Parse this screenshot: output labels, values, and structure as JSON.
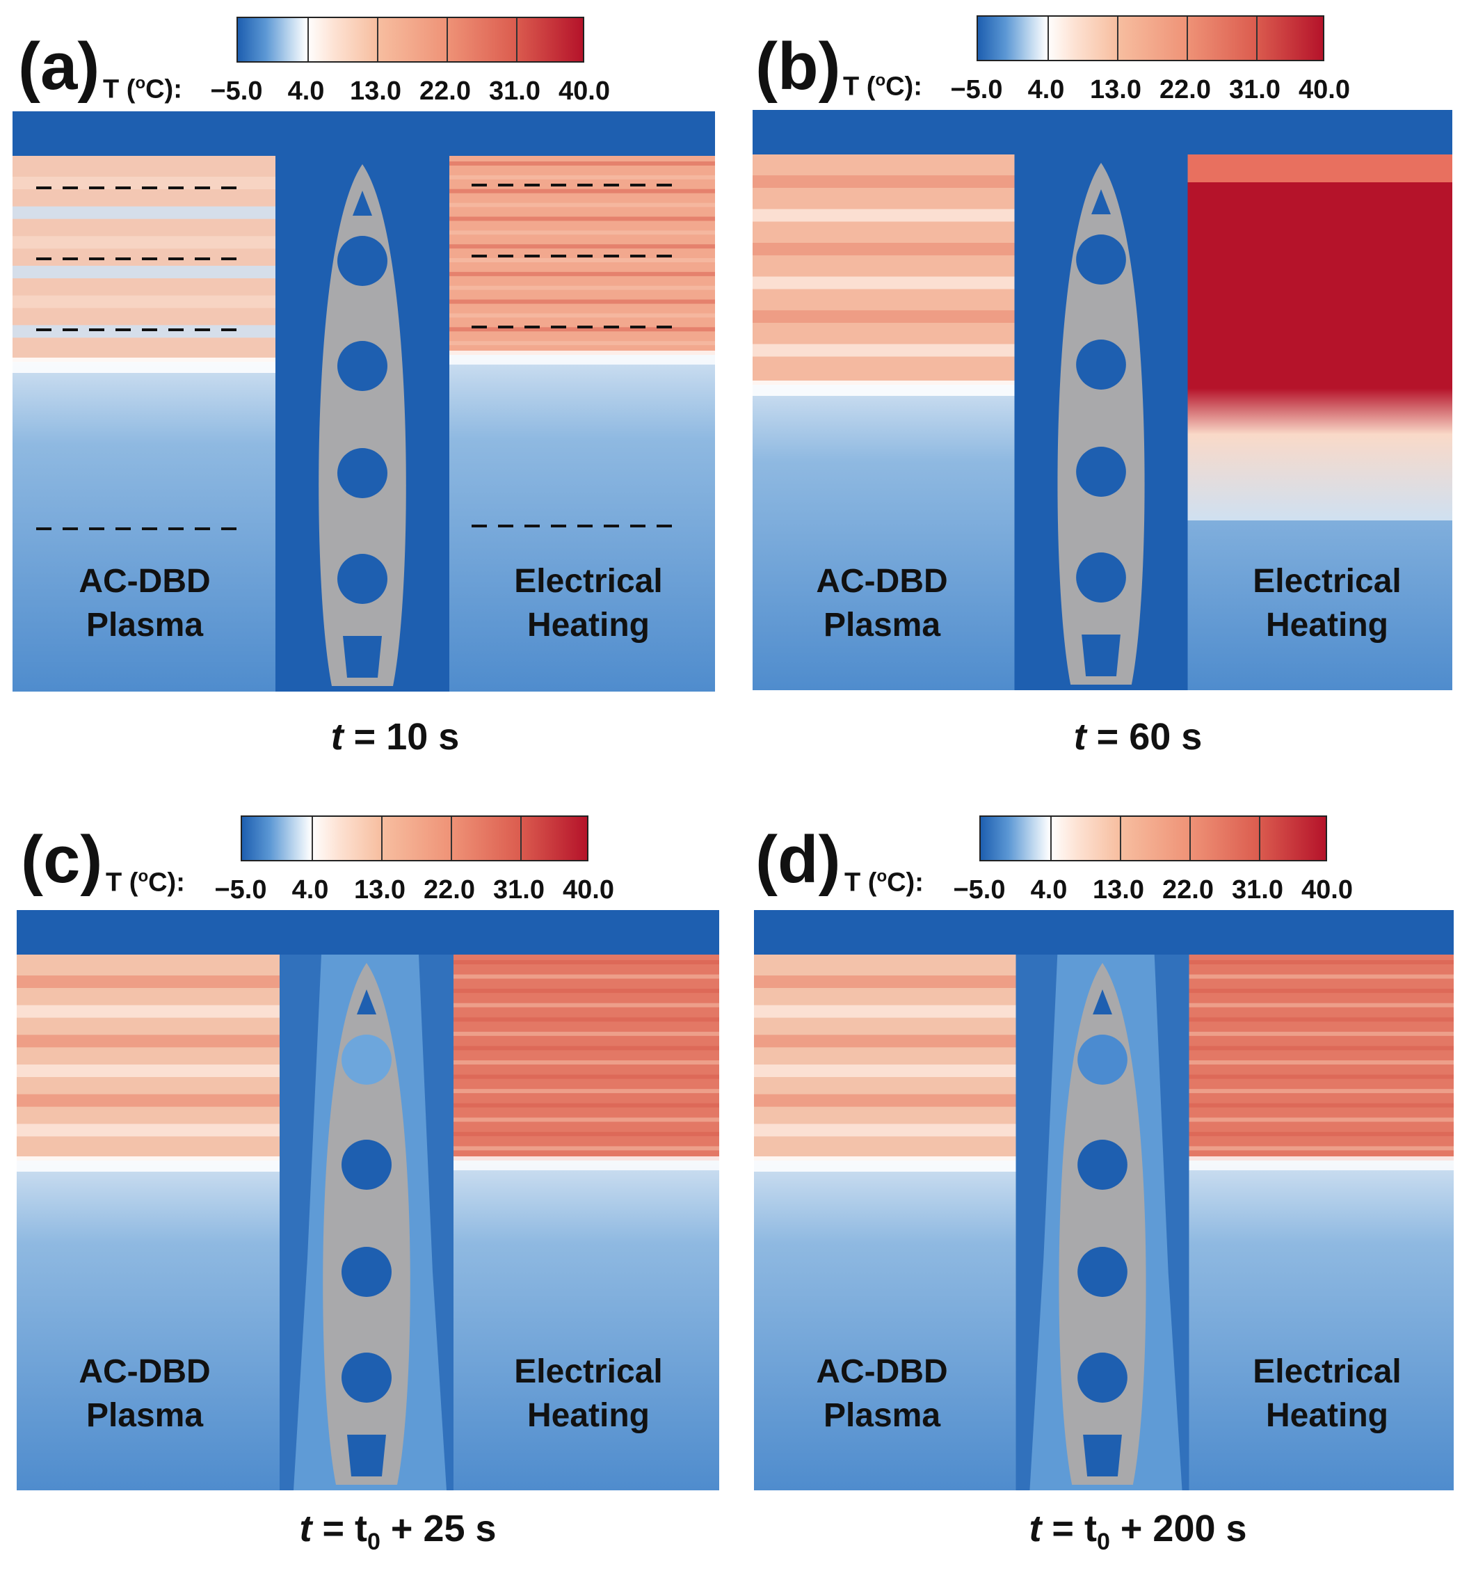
{
  "colorbar": {
    "title_prefix": "T (",
    "title_sup": "o",
    "title_suffix": "C):",
    "labels": [
      "−5.0",
      "4.0",
      "13.0",
      "22.0",
      "31.0",
      "40.0"
    ],
    "range": [
      -5.0,
      40.0
    ],
    "colors": {
      "cold": "#1e5fb0",
      "neutral": "#ffffff",
      "hot": "#b5132a"
    }
  },
  "panels": [
    {
      "letter": "(a)",
      "left_label_1": "AC-DBD",
      "left_label_2": "Plasma",
      "right_label_1": "Electrical",
      "right_label_2": "Heating",
      "time_var": "t",
      "time_eq": " = 10 s",
      "time_sub": "",
      "time_rest": "",
      "state": "10"
    },
    {
      "letter": "(b)",
      "left_label_1": "AC-DBD",
      "left_label_2": "Plasma",
      "right_label_1": "Electrical",
      "right_label_2": "Heating",
      "time_var": "t",
      "time_eq": " = 60 s",
      "time_sub": "",
      "time_rest": "",
      "state": "60"
    },
    {
      "letter": "(c)",
      "left_label_1": "AC-DBD",
      "left_label_2": "Plasma",
      "right_label_1": "Electrical",
      "right_label_2": "Heating",
      "time_var": "t",
      "time_eq": " = t",
      "time_sub": "0",
      "time_rest": " + 25 s",
      "state": "t25"
    },
    {
      "letter": "(d)",
      "left_label_1": "AC-DBD",
      "left_label_2": "Plasma",
      "right_label_1": "Electrical",
      "right_label_2": "Heating",
      "time_var": "t",
      "time_eq": " = t",
      "time_sub": "0",
      "time_rest": " + 200 s",
      "state": "t200"
    }
  ]
}
